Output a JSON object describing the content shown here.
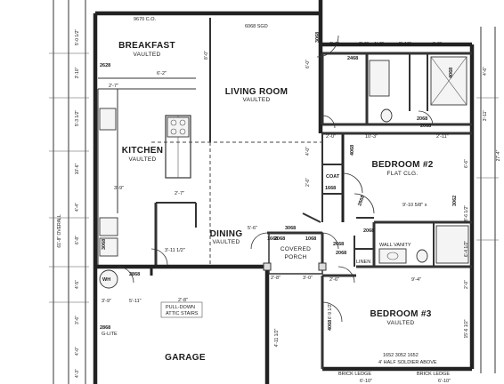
{
  "rooms": {
    "breakfast": {
      "name": "BREAKFAST",
      "sub": "VAULTED"
    },
    "living": {
      "name": "LIVING ROOM",
      "sub": "VAULTED"
    },
    "kitchen": {
      "name": "KITCHEN",
      "sub": "VAULTED"
    },
    "bedroom2": {
      "name": "BEDROOM #2",
      "sub": "FLAT CLG."
    },
    "dining": {
      "name": "DINING",
      "sub": "VAULTED"
    },
    "covered_porch": {
      "name": "COVERED",
      "sub": "PORCH"
    },
    "bedroom3": {
      "name": "BEDROOM #3",
      "sub": "VAULTED"
    },
    "garage": {
      "name": "GARAGE"
    }
  },
  "labels": {
    "co": "9670 C.O.",
    "sgd": "6068 SGD",
    "coat": "COAT",
    "wh": "WH",
    "linen": "LINEN",
    "wall_vanity": "WALL VANITY",
    "pull_down_1": "PULL-DOWN",
    "pull_down_2": "ATTIC STAIRS",
    "g_lite": "G-LITE",
    "brick_ledge_1": "BRICK LEDGE",
    "brick_ledge_2": "BRICK LEDGE",
    "half_soldier": "4' HALF SOLDIER ABOVE",
    "rear_window": "1652 3052 1652",
    "overall_depth": "61'-8\" OVERALL",
    "right_dim": "27'-4\""
  },
  "door_codes": [
    "2468",
    "2068",
    "1668",
    "2668",
    "3068",
    "1068",
    "2868",
    "2868",
    "2068",
    "2668",
    "2068",
    "4068",
    "3068",
    "3062",
    "2068",
    "1668",
    "2628",
    "4068",
    "3068",
    "4068",
    "2068"
  ],
  "dimensions": {
    "top": [
      "2'-6\"",
      "5'-10\"",
      "4'-6\"",
      "2'-6\"",
      "1'-3\""
    ],
    "bath_row": [
      "2'-0\"",
      "10'-3\"",
      "2'-11\""
    ],
    "kitchen": [
      "6'-2\"",
      "2'-7\"",
      "3'-9\"",
      "2'-7\""
    ],
    "dining": [
      "3'-11 1/2\"",
      "5'-6\"",
      "2'-8\"",
      "3'-0\""
    ],
    "garage_top": [
      "3'-9\"",
      "5'-11\"",
      "2'-8\""
    ],
    "bed3_top": [
      "2'-6\"",
      "9'-4\""
    ],
    "bed2": [
      "9'-10 5/8\" x"
    ],
    "bottom": [
      "6'-10\"",
      "6'-10\""
    ],
    "left_vertical": [
      "5'-0 1/2\"",
      "3'-10\"",
      "5'-3 1/2\"",
      "10'-6\"",
      "4'-4\"",
      "6'-8\"",
      "4'-5\"",
      "3'-6\"",
      "4'-0\"",
      "4'-3\""
    ],
    "right_vertical": [
      "4'-6\"",
      "3'-11\"",
      "6'-6\"",
      "8'-6 1/2\"",
      "15'-6 1/2\"",
      "6'-4 1/2\"",
      "2'-0\""
    ],
    "mid_vertical": [
      "8'-0\"",
      "6'-0\"",
      "4'-0\"",
      "2'-6\"",
      "6'-9 1/2\"",
      "4'-11 1/2\""
    ]
  }
}
